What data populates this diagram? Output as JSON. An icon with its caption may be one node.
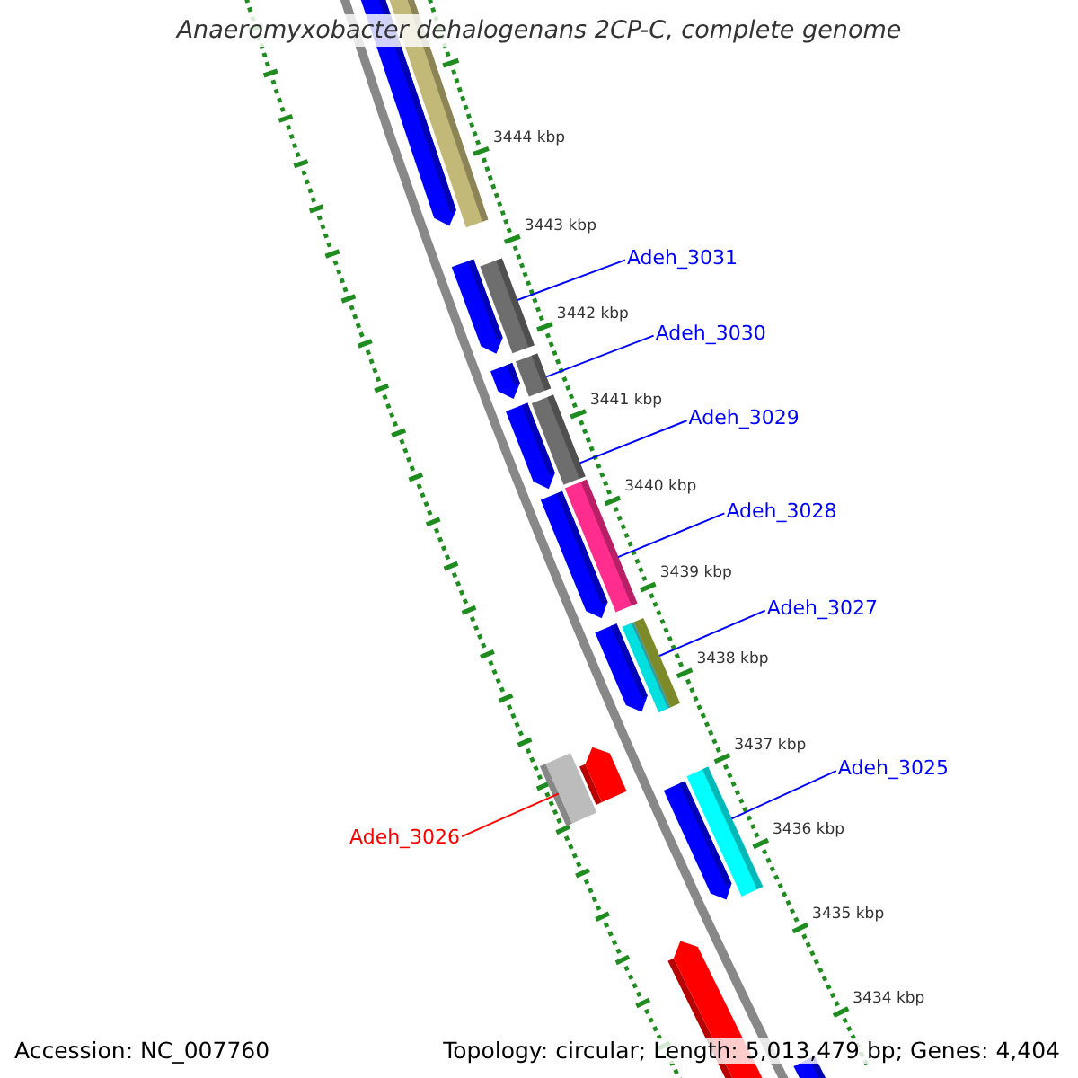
{
  "diagram": {
    "title": "Anaeromyxobacter dehalogenans 2CP-C, complete genome",
    "nodes": [
      {
        "text": [
          "Adeh_3031"
        ]
      },
      {
        "text": [
          "Adeh_3030"
        ]
      },
      {
        "text": [
          "Adeh_3029"
        ]
      },
      {
        "text": [
          "Adeh_3028"
        ]
      },
      {
        "text": [
          "Adeh_3027"
        ]
      },
      {
        "text": [
          "Adeh_3025"
        ]
      },
      {
        "text": [
          "Adeh_3026"
        ]
      },
      {
        "text": [],
        "shape": "bar"
      },
      {
        "text": [],
        "shape": "bar"
      },
      {
        "text": [],
        "shape": "bar"
      },
      {
        "text": [],
        "shape": "bar"
      },
      {
        "text": [],
        "shape": "bar"
      },
      {
        "text": [],
        "shape": "bar"
      },
      {
        "text": [],
        "shape": "bar"
      }
    ],
    "edges": [
      {
        "from": 0,
        "to": 7,
        "arrow": "none"
      },
      {
        "from": 1,
        "to": 8,
        "arrow": "none"
      },
      {
        "from": 2,
        "to": 9,
        "arrow": "none"
      },
      {
        "from": 3,
        "to": 10,
        "arrow": "none"
      },
      {
        "from": 4,
        "to": 11,
        "arrow": "none"
      },
      {
        "from": 5,
        "to": 12,
        "arrow": "none"
      },
      {
        "from": 6,
        "to": 13,
        "arrow": "none",
        "color": "#ff0000"
      }
    ],
    "labels": [
      "3444 kbp",
      "3443 kbp",
      "3442 kbp",
      "3441 kbp",
      "3440 kbp",
      "3439 kbp",
      "3438 kbp",
      "3437 kbp",
      "3436 kbp",
      "3435 kbp",
      "3434 kbp",
      "Accession: NC_007760",
      "Topology: circular; Length: 5,013,479 bp; Genes: 4,404"
    ]
  }
}
